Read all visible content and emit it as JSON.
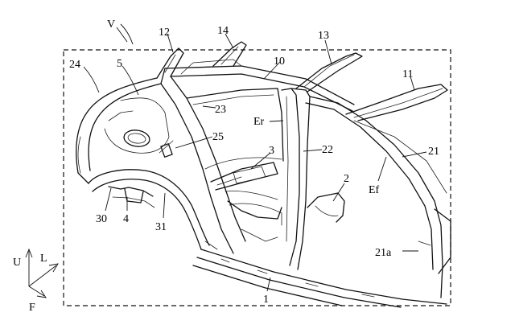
{
  "labels": {
    "V": "V",
    "n12": "12",
    "n14": "14",
    "n13": "13",
    "n24": "24",
    "n5": "5",
    "n10": "10",
    "n11": "11",
    "n23": "23",
    "Er": "Er",
    "n25": "25",
    "n3": "3",
    "n22": "22",
    "n21": "21",
    "n2": "2",
    "Ef": "Ef",
    "n30": "30",
    "n4": "4",
    "n31": "31",
    "n21a": "21a",
    "n1": "1"
  },
  "axes": {
    "up": "U",
    "left": "L",
    "front": "F"
  }
}
